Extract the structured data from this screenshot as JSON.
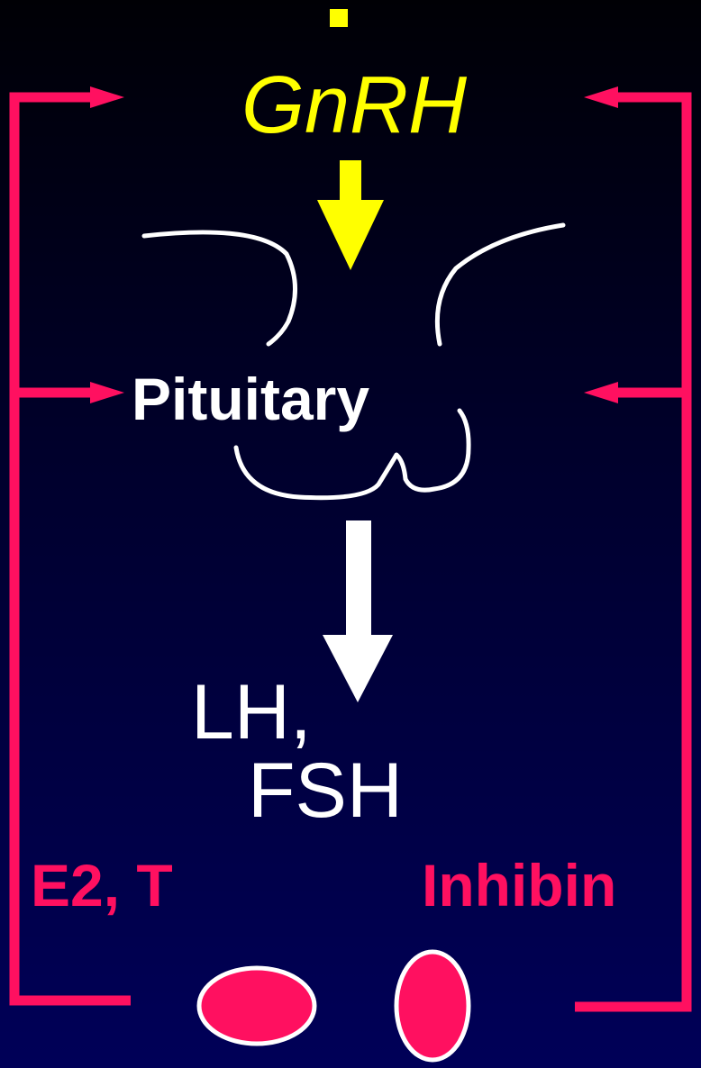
{
  "labels": {
    "gnrh": "GnRH",
    "pituitary": "Pituitary",
    "lh": "LH,",
    "fsh": "FSH",
    "e2_t": "E2, T",
    "inhibin": "Inhibin"
  },
  "colors": {
    "background_top": "#000005",
    "background_bottom": "#000058",
    "hormone_yellow": "#ffff00",
    "feedback_pink": "#ff1060",
    "white": "#ffffff"
  },
  "icons": {
    "gnrh_arrow": "yellow-down-arrow",
    "pituitary_arrow": "white-down-arrow",
    "gonads": "pink-ovals"
  }
}
